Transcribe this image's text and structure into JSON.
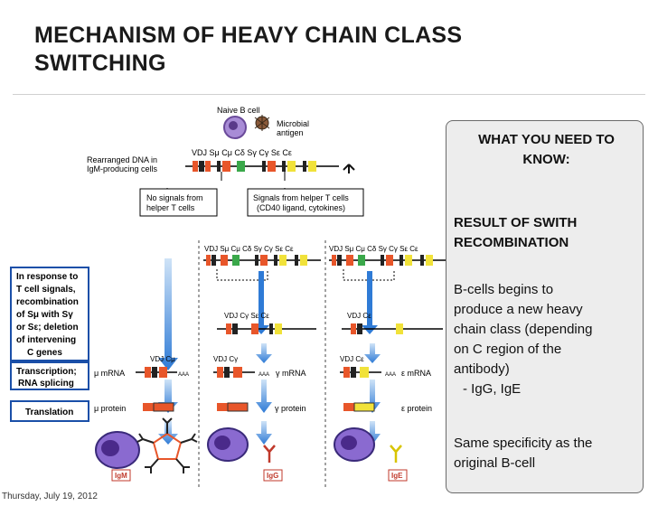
{
  "slide": {
    "title_line1": "MECHANISM OF HEAVY CHAIN CLASS",
    "title_line2": "SWITCHING",
    "footer_date": "Thursday, July 19, 2012"
  },
  "sidebar": {
    "heading_line1": "WHAT YOU NEED TO",
    "heading_line2": "KNOW:",
    "subheading_line1": "RESULT OF SWITH",
    "subheading_line2": "RECOMBINATION",
    "body_lines": [
      "B-cells begins to",
      "produce a new heavy",
      "chain class (depending",
      "on C region of the",
      "antibody)"
    ],
    "example_line": "- IgG, IgE",
    "note_lines": [
      "Same specificity as the",
      "original B-cell"
    ]
  },
  "figure": {
    "naive_label": "Naive B cell",
    "microbial_line1": "Microbial",
    "microbial_line2": "antigen",
    "dna_line1": "Rearranged DNA in",
    "dna_line2": "IgM-producing cells",
    "gene_header": "VDJ Sμ Cμ Cδ   Sγ Cγ Sε Cε",
    "nosignal_line1": "No signals from",
    "nosignal_line2": "helper T cells",
    "signal_line1": "Signals from helper T cells",
    "signal_line2": "(CD40 ligand, cytokines)",
    "gene_mid_left": "VDJ Sμ Cμ Cδ   Sγ Cγ Sε Cε",
    "gene_mid_right": "VDJ Sμ Cμ Cδ   Sγ Cγ Sε Cε",
    "box1_lines": [
      "In response to",
      "T cell signals,",
      "recombination",
      "of Sμ with Sγ",
      "or Sε; deletion",
      "of intervening",
      "C genes"
    ],
    "switched_g": "VDJ     Cγ Sε Cε",
    "switched_e": "VDJ           Cε",
    "box2_line1": "Transcription;",
    "box2_line2": "RNA splicing",
    "mrna_mu_gene": "VDJ Cμ",
    "mrna_g_gene": "VDJ Cγ",
    "mrna_e_gene": "VDJ Cε",
    "mrna_mu": "μ mRNA",
    "mrna_g": "γ mRNA",
    "mrna_e": "ε mRNA",
    "aaa": "AAA",
    "box3": "Translation",
    "protein_mu": "μ protein",
    "protein_g": "γ protein",
    "protein_e": "ε protein",
    "tag_igm": "IgM",
    "tag_igg": "IgG",
    "tag_ige": "IgE"
  }
}
